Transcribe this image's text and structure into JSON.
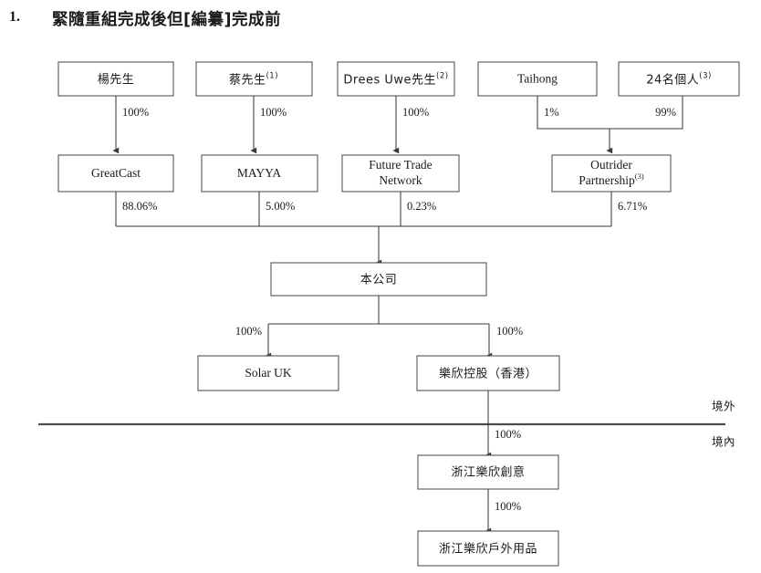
{
  "heading": {
    "number": "1.",
    "title": "緊隨重組完成後但[編纂]完成前"
  },
  "region_labels": {
    "offshore": "境外",
    "onshore": "境內"
  },
  "nodes": {
    "yang": {
      "label": "楊先生",
      "note": ""
    },
    "cai": {
      "label": "蔡先生",
      "note": "(1)"
    },
    "drees": {
      "label": "Drees Uwe先生",
      "note": "(2)"
    },
    "taihong": {
      "label": "Taihong",
      "note": ""
    },
    "individuals24": {
      "label": "24名個人",
      "note": "(3)"
    },
    "greatcast": {
      "label": "GreatCast",
      "note": ""
    },
    "mayya": {
      "label": "MAYYA",
      "note": ""
    },
    "ftn_line1": {
      "label": "Future Trade",
      "note": ""
    },
    "ftn_line2": {
      "label": "Network",
      "note": ""
    },
    "outrider_line1": {
      "label": "Outrider",
      "note": ""
    },
    "outrider_line2": {
      "label": "Partnership",
      "note": "(3)"
    },
    "company": {
      "label": "本公司",
      "note": ""
    },
    "solaruk": {
      "label": "Solar UK",
      "note": ""
    },
    "lexinhk": {
      "label": "樂欣控股（香港）",
      "note": ""
    },
    "zhejiang_creative": {
      "label": "浙江樂欣創意",
      "note": ""
    },
    "zhejiang_outdoor": {
      "label": "浙江樂欣戶外用品",
      "note": ""
    }
  },
  "edges": {
    "yang_to_greatcast": "100%",
    "cai_to_mayya": "100%",
    "drees_to_ftn": "100%",
    "taihong_to_outrider": "1%",
    "individuals24_to_outrider": "99%",
    "greatcast_to_company": "88.06%",
    "mayya_to_company": "5.00%",
    "ftn_to_company": "0.23%",
    "outrider_to_company": "6.71%",
    "company_to_solaruk": "100%",
    "company_to_lexinhk": "100%",
    "lexinhk_to_creative": "100%",
    "creative_to_outdoor": "100%"
  },
  "chart_data": {
    "type": "diagram",
    "title": "緊隨重組完成後但[編纂]完成前",
    "structure": "shareholding-org-chart",
    "levels": [
      [
        "楊先生",
        "蔡先生(1)",
        "Drees Uwe先生(2)",
        "Taihong",
        "24名個人(3)"
      ],
      [
        "GreatCast",
        "MAYYA",
        "Future Trade Network",
        "Outrider Partnership(3)"
      ],
      [
        "本公司"
      ],
      [
        "Solar UK",
        "樂欣控股（香港）"
      ],
      [
        "浙江樂欣創意"
      ],
      [
        "浙江樂欣戶外用品"
      ]
    ],
    "relations": [
      {
        "from": "楊先生",
        "to": "GreatCast",
        "value": "100%"
      },
      {
        "from": "蔡先生(1)",
        "to": "MAYYA",
        "value": "100%"
      },
      {
        "from": "Drees Uwe先生(2)",
        "to": "Future Trade Network",
        "value": "100%"
      },
      {
        "from": "Taihong",
        "to": "Outrider Partnership(3)",
        "value": "1%"
      },
      {
        "from": "24名個人(3)",
        "to": "Outrider Partnership(3)",
        "value": "99%"
      },
      {
        "from": "GreatCast",
        "to": "本公司",
        "value": "88.06%"
      },
      {
        "from": "MAYYA",
        "to": "本公司",
        "value": "5.00%"
      },
      {
        "from": "Future Trade Network",
        "to": "本公司",
        "value": "0.23%"
      },
      {
        "from": "Outrider Partnership(3)",
        "to": "本公司",
        "value": "6.71%"
      },
      {
        "from": "本公司",
        "to": "Solar UK",
        "value": "100%"
      },
      {
        "from": "本公司",
        "to": "樂欣控股（香港）",
        "value": "100%"
      },
      {
        "from": "樂欣控股（香港）",
        "to": "浙江樂欣創意",
        "value": "100%"
      },
      {
        "from": "浙江樂欣創意",
        "to": "浙江樂欣戶外用品",
        "value": "100%"
      }
    ],
    "annotations": [
      "境外",
      "境內"
    ]
  }
}
